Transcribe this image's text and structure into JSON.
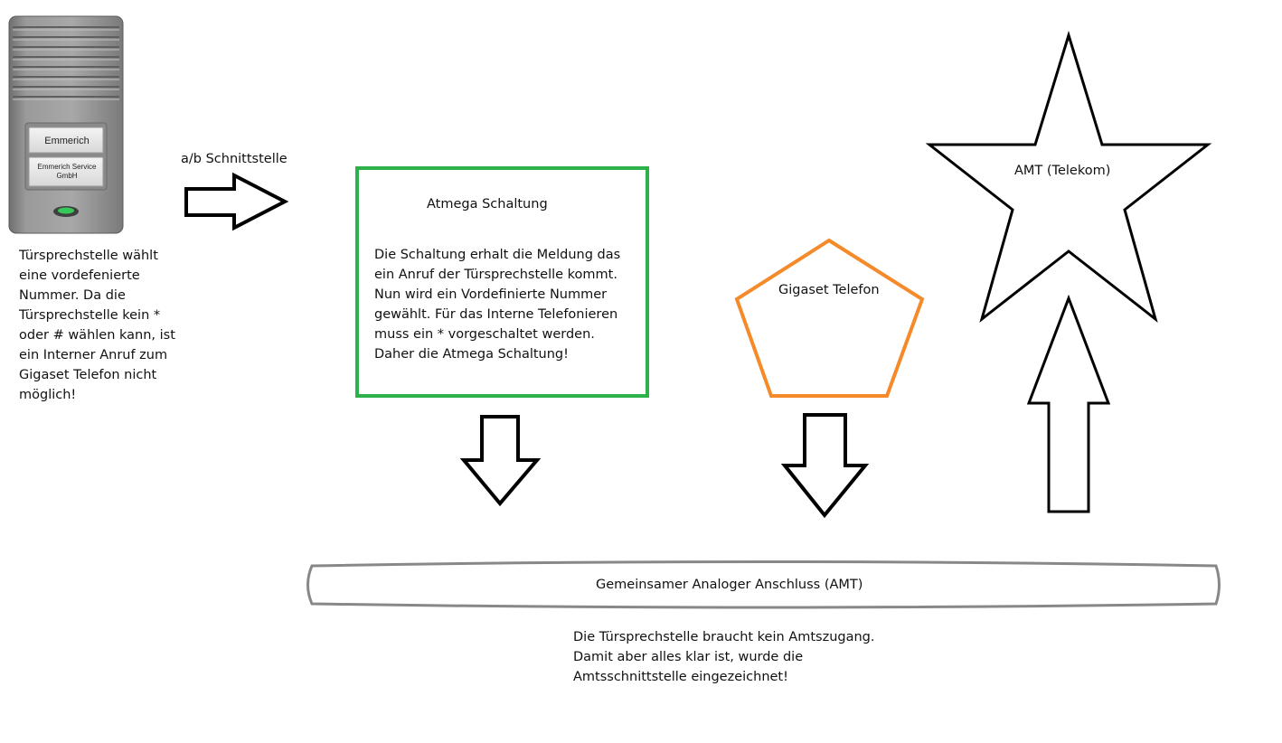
{
  "intercom": {
    "plate_name": "Emmerich",
    "plate_company_line1": "Emmerich Service",
    "plate_company_line2": "GmbH",
    "description": "Türsprechstelle wählt\neine vordefenierte\nNummer. Da die\nTürsprechstelle kein *\noder # wählen kann, ist\nein Interner Anruf zum\nGigaset Telefon nicht\nmöglich!"
  },
  "interface_label": "a/b Schnittstelle",
  "atmega": {
    "title": "Atmega Schaltung",
    "description": "Die Schaltung erhalt die Meldung das\nein Anruf der Türsprechstelle kommt.\nNun wird ein Vordefinierte Nummer\ngewählt. Für das Interne Telefonieren\nmuss ein * vorgeschaltet werden.\nDaher die Atmega Schaltung!",
    "border_color": "#2db14b"
  },
  "gigaset": {
    "label": "Gigaset Telefon",
    "border_color": "#f58a2a"
  },
  "amt": {
    "label": "AMT (Telekom)"
  },
  "line": {
    "label": "Gemeinsamer Analoger Anschluss (AMT)",
    "border_color": "#888888"
  },
  "footnote": "Die Türsprechstelle braucht kein Amtszugang.\nDamit aber alles klar ist, wurde die\nAmtsschnittstelle eingezeichnet!"
}
